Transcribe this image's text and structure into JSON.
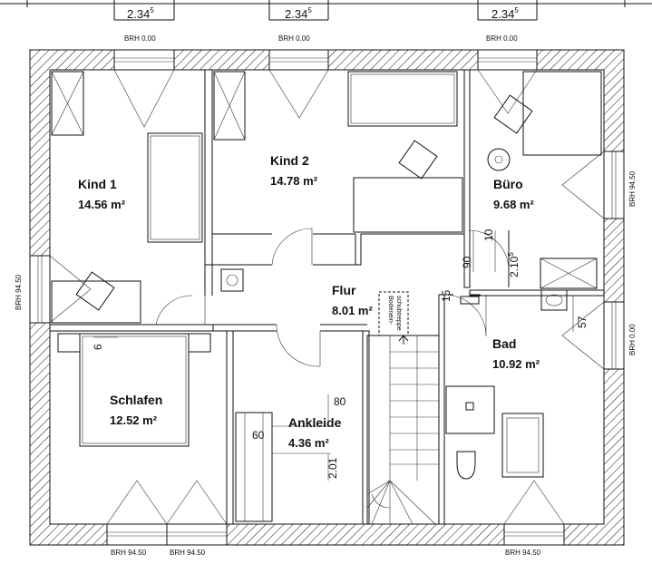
{
  "dimensions_top": [
    {
      "value": "2.34",
      "sup": "5"
    },
    {
      "value": "2.34",
      "sup": "5"
    },
    {
      "value": "2.34",
      "sup": "5"
    }
  ],
  "rooms": {
    "kind1": {
      "name": "Kind 1",
      "area": "14.56 m²"
    },
    "kind2": {
      "name": "Kind 2",
      "area": "14.78 m²"
    },
    "buero": {
      "name": "Büro",
      "area": "9.68 m²"
    },
    "flur": {
      "name": "Flur",
      "area": "8.01 m²"
    },
    "bad": {
      "name": "Bad",
      "area": "10.92 m²"
    },
    "schlafen": {
      "name": "Schlafen",
      "area": "12.52 m²"
    },
    "ankleide": {
      "name": "Ankleide",
      "area": "4.36 m²"
    }
  },
  "brh_labels": {
    "top_1": "BRH 0.00",
    "top_2": "BRH 0.00",
    "top_3": "BRH 0.00",
    "left": "BRH 94.50",
    "right_1": "BRH 94.50",
    "right_2": "BRH 0.00",
    "bottom_1": "BRH 94.50",
    "bottom_2": "BRH 94.50",
    "bottom_3": "BRH 94.50"
  },
  "door_dims": {
    "flur_left": "90",
    "flur_right": "10",
    "door_height_1": "2.10",
    "door_height_1_sup": "5",
    "bad_15": "15",
    "bad_57": "57",
    "schlafen_6": "6",
    "ankleide_80": "80",
    "ankleide_60": "60",
    "ankleide_height": "2.01"
  },
  "stair_label": {
    "line1": "Bodenein-",
    "line2": "schubtreppe"
  }
}
